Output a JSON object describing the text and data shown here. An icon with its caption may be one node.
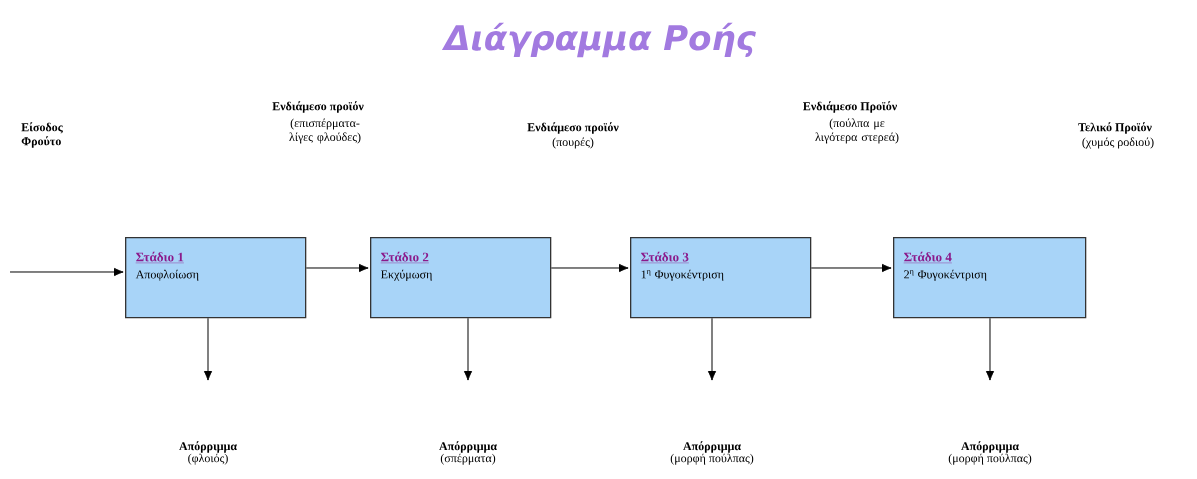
{
  "diagram": {
    "title": "Διάγραμμα Ροής",
    "nodes": [
      {
        "text": [
          "Στάδιο 1",
          "Αποφλοίωση"
        ]
      },
      {
        "text": [
          "Στάδιο 2",
          "Εκχύμωση"
        ]
      },
      {
        "text": [
          "Στάδιο 3",
          "1$^{η}$ Φυγοκέντριση"
        ]
      },
      {
        "text": [
          "Στάδιο 4",
          "2$^{η}$ Φυγοκέντριση"
        ]
      },
      {
        "text": [
          "Απόρριμμα",
          "(φλοιός)"
        ]
      },
      {
        "text": [
          "Απόρριμμα",
          "(σπέρματα)"
        ]
      },
      {
        "text": [
          "Απόρριμμα",
          "(μορφή πούλπας)"
        ]
      },
      {
        "text": [
          "Απόρριμμα",
          "(μορφή πούλπας)"
        ]
      }
    ],
    "edges": [
      {
        "from": null,
        "to": 0,
        "arrow": "to"
      },
      {
        "from": 0,
        "to": 1,
        "arrow": "to"
      },
      {
        "from": 1,
        "to": 2,
        "arrow": "to"
      },
      {
        "from": 2,
        "to": 3,
        "arrow": "to"
      },
      {
        "from": 0,
        "to": 4,
        "arrow": "to"
      },
      {
        "from": 1,
        "to": 5,
        "arrow": "to"
      },
      {
        "from": 2,
        "to": 6,
        "arrow": "to"
      },
      {
        "from": 3,
        "to": 7,
        "arrow": "to"
      }
    ],
    "labels": [
      "Είσοδος Φρούτο",
      "Ενδιάμεσο προϊόν",
      "(επισπέρματα- λίγες φλούδες)",
      "Ενδιάμεσο προϊόν",
      "(πουρές)",
      "Ενδιάμεσο Προϊόν",
      "(πούλπα με λιγότερα στερεά)",
      "Τελικό Προϊόν",
      "(χυμός ροδιού)"
    ]
  }
}
